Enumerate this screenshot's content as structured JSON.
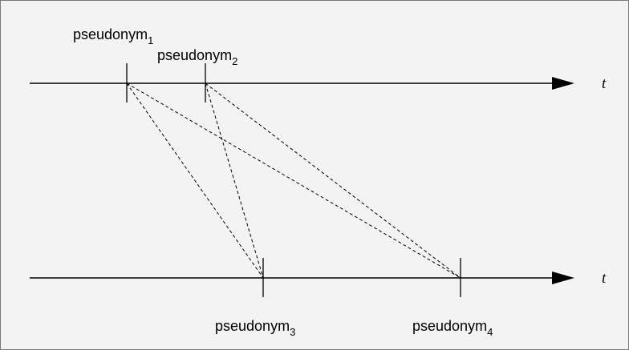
{
  "timeline_labels": [
    "t",
    "t"
  ],
  "pseudonyms": [
    {
      "base": "pseudonym",
      "sub": "1"
    },
    {
      "base": "pseudonym",
      "sub": "2"
    },
    {
      "base": "pseudonym",
      "sub": "3"
    },
    {
      "base": "pseudonym",
      "sub": "4"
    }
  ],
  "colors": {
    "line": "#000000",
    "background": "#f3f3f3",
    "border": "#7a7a7a"
  }
}
